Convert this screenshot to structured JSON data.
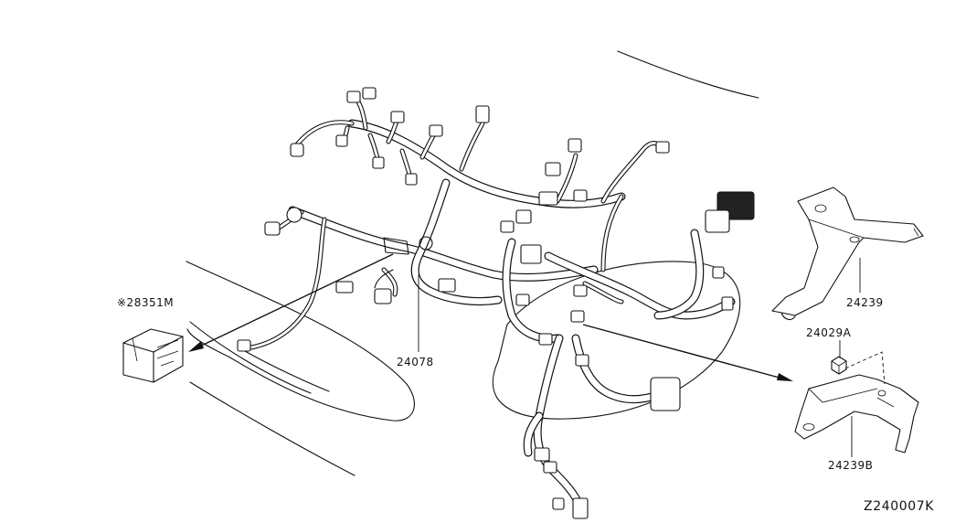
{
  "diagram": {
    "code": "Z240007K"
  },
  "parts": {
    "harness": "24078",
    "relay_box": "※28351M",
    "bracket": "24239",
    "bolt": "24029A",
    "bracket_b": "24239B"
  }
}
